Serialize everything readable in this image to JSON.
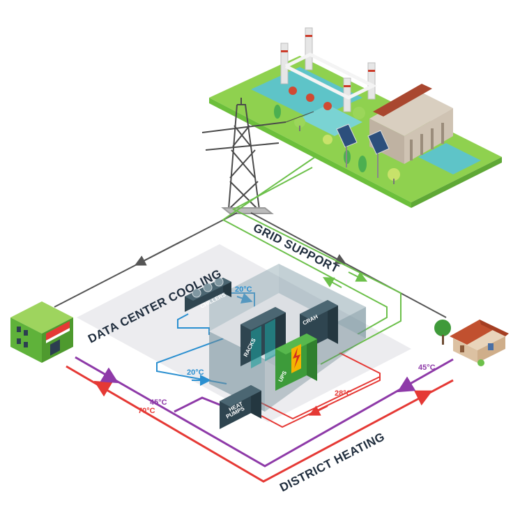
{
  "sections": {
    "grid_support": "GRID SUPPORT",
    "data_center_cooling": "DATA CENTER COOLING",
    "district_heating": "DISTRICT HEATING"
  },
  "equipment": {
    "chillers": "CHILLERS",
    "crah": "CRAH",
    "racks": "RACKS",
    "ups": "UPS",
    "heat_pumps_line1": "HEAT",
    "heat_pumps_line2": "PUMPS"
  },
  "temperatures": {
    "chillers_supply": "20°C",
    "return_loop": "20°C",
    "hot_loop": "28°C",
    "heating_return_left": "45°C",
    "heating_supply": "70°C",
    "heating_return_right": "45°C"
  },
  "colors": {
    "grid": "#555555",
    "grid_support": "#6cc04a",
    "cooling": "#2a8fd0",
    "hot": "#e53935",
    "heating_return": "#8e3aa8",
    "text_dark": "#1f2d3d"
  },
  "icons": [
    "power-plant-icon",
    "transmission-tower-icon",
    "solar-panel-icon",
    "shop-building-icon",
    "house-icon",
    "tree-icon",
    "lightning-bolt-icon",
    "fan-icon"
  ]
}
